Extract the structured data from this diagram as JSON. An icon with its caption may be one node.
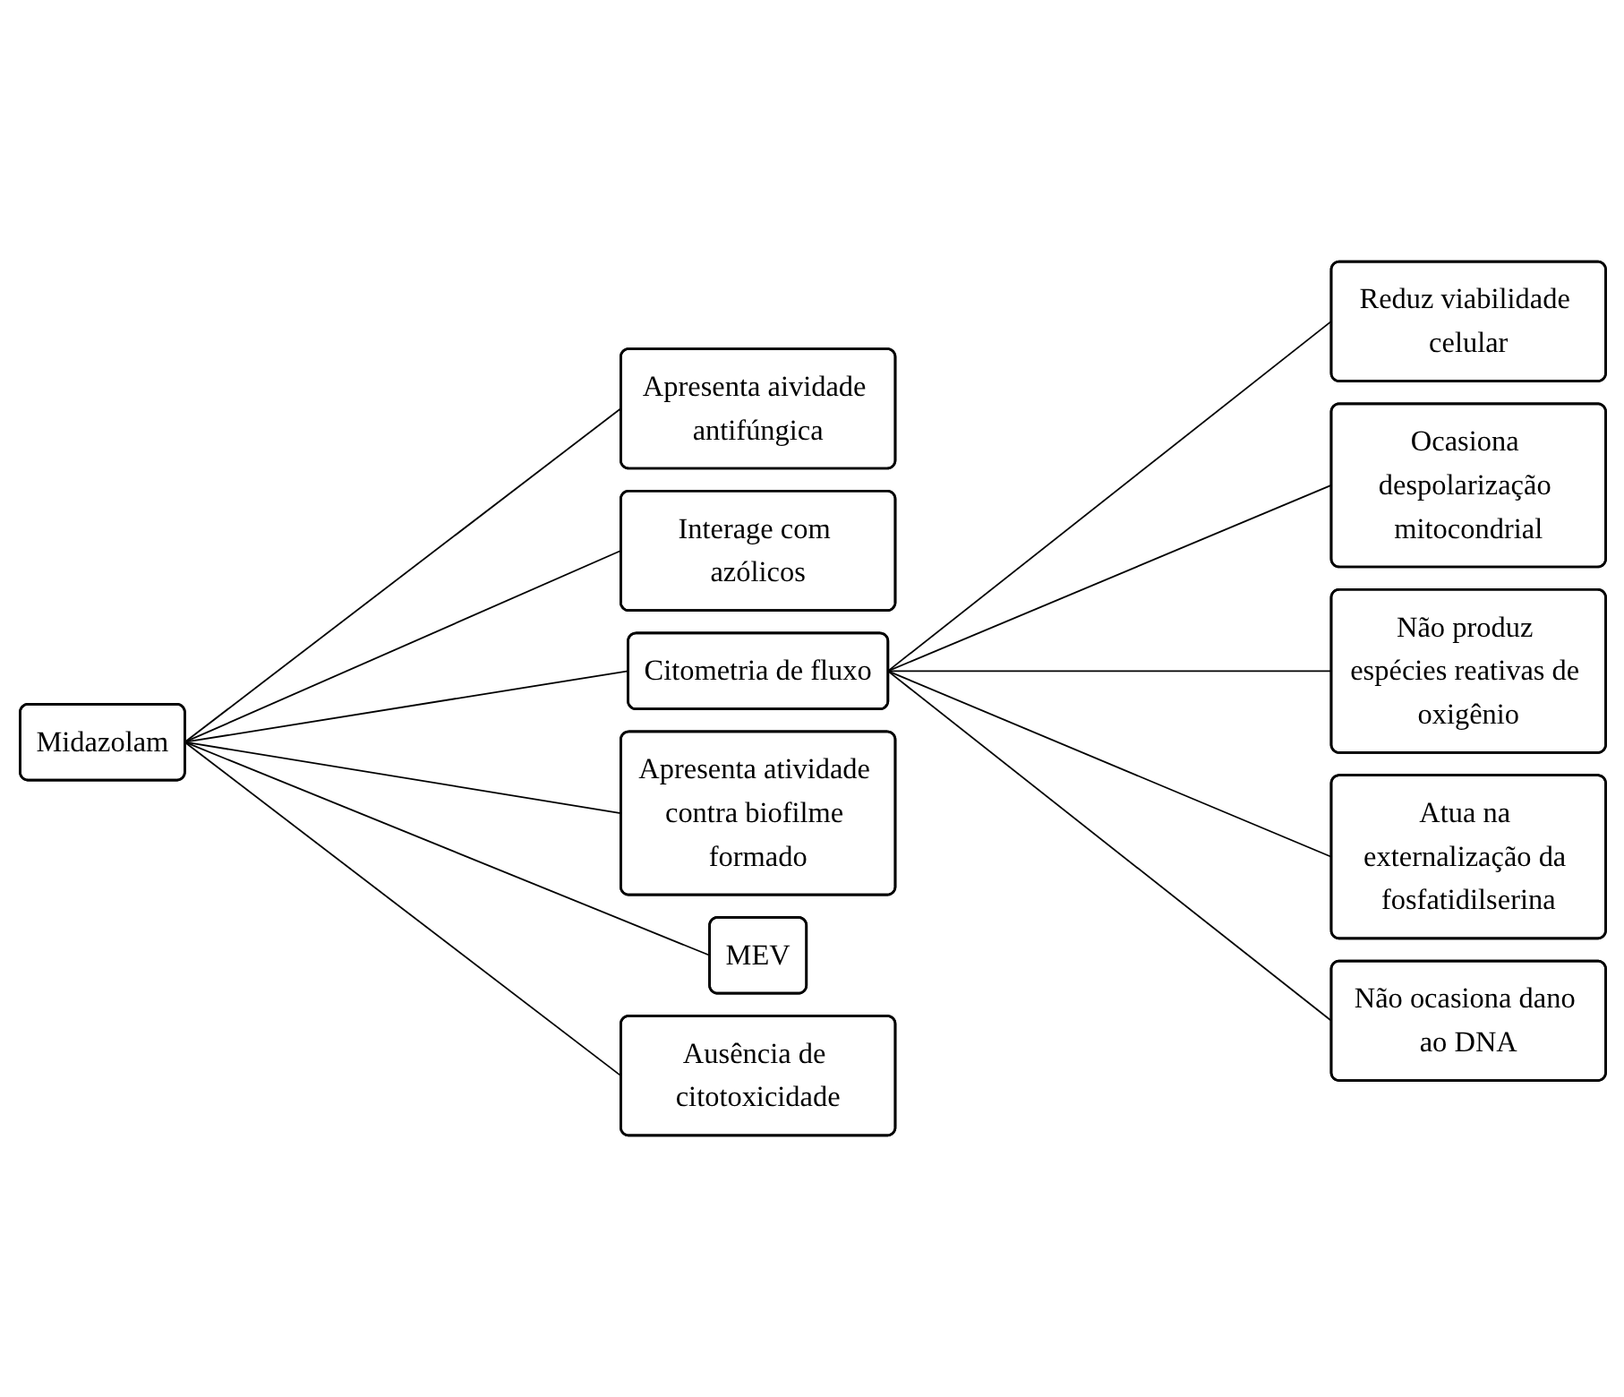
{
  "diagram": {
    "nodes": [
      {
        "text": [
          "Midazolam"
        ]
      },
      {
        "text": [
          "Apresenta aividade antifúngica"
        ]
      },
      {
        "text": [
          "Interage com azólicos"
        ]
      },
      {
        "text": [
          "Citometria de fluxo"
        ]
      },
      {
        "text": [
          "Apresenta atividade contra biofilme formado"
        ]
      },
      {
        "text": [
          "MEV"
        ]
      },
      {
        "text": [
          "Ausência de citotoxicidade"
        ]
      },
      {
        "text": [
          "Reduz viabilidade celular"
        ]
      },
      {
        "text": [
          "Ocasiona despolarização mitocondrial"
        ]
      },
      {
        "text": [
          "Não produz espécies reativas de oxigênio"
        ]
      },
      {
        "text": [
          "Atua na externalização da fosfatidilserina"
        ]
      },
      {
        "text": [
          "Não ocasiona dano ao DNA"
        ]
      }
    ],
    "edges": [
      {
        "from": 0,
        "to": 1,
        "arrow": "none"
      },
      {
        "from": 0,
        "to": 2,
        "arrow": "none"
      },
      {
        "from": 0,
        "to": 3,
        "arrow": "none"
      },
      {
        "from": 0,
        "to": 4,
        "arrow": "none"
      },
      {
        "from": 0,
        "to": 5,
        "arrow": "none"
      },
      {
        "from": 0,
        "to": 6,
        "arrow": "none"
      },
      {
        "from": 3,
        "to": 7,
        "arrow": "none"
      },
      {
        "from": 3,
        "to": 8,
        "arrow": "none"
      },
      {
        "from": 3,
        "to": 9,
        "arrow": "none"
      },
      {
        "from": 3,
        "to": 10,
        "arrow": "none"
      },
      {
        "from": 3,
        "to": 11,
        "arrow": "none"
      }
    ]
  }
}
